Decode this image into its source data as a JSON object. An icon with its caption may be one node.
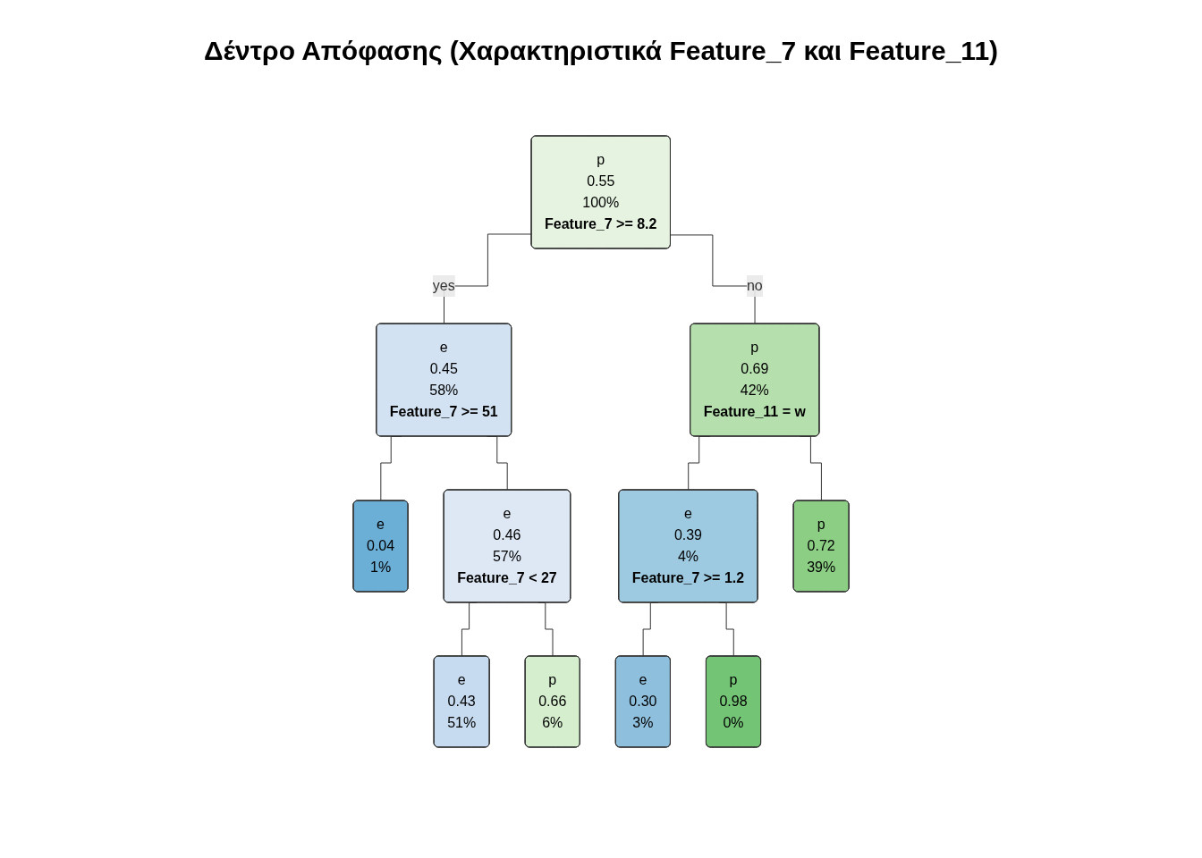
{
  "diagram": {
    "title": "Δέντρο Απόφασης (Χαρακτηριστικά Feature_7 και Feature_11)",
    "nodes": [
      {
        "text": [
          "p",
          "0.55",
          "100%",
          "Feature_7 >= 8.2"
        ]
      },
      {
        "text": [
          "e",
          "0.45",
          "58%",
          "Feature_7 >= 51"
        ]
      },
      {
        "text": [
          "p",
          "0.69",
          "42%",
          "Feature_11 = w"
        ]
      },
      {
        "text": [
          "e",
          "0.46",
          "57%",
          "Feature_7 < 27"
        ]
      },
      {
        "text": [
          "e",
          "0.39",
          "4%",
          "Feature_7 >= 1.2"
        ]
      },
      {
        "text": [
          "e",
          "0.04",
          "1%"
        ]
      },
      {
        "text": [
          "e",
          "0.43",
          "51%"
        ]
      },
      {
        "text": [
          "p",
          "0.66",
          "6%"
        ]
      },
      {
        "text": [
          "e",
          "0.30",
          "3%"
        ]
      },
      {
        "text": [
          "p",
          "0.98",
          "0%"
        ]
      },
      {
        "text": [
          "p",
          "0.72",
          "39%"
        ]
      }
    ],
    "edges": [
      {
        "from": 0,
        "to": 1,
        "arrow": "none",
        "label": "yes"
      },
      {
        "from": 0,
        "to": 2,
        "arrow": "none",
        "label": "no"
      },
      {
        "from": 1,
        "to": 5,
        "arrow": "none"
      },
      {
        "from": 1,
        "to": 3,
        "arrow": "none"
      },
      {
        "from": 3,
        "to": 6,
        "arrow": "none"
      },
      {
        "from": 3,
        "to": 7,
        "arrow": "none"
      },
      {
        "from": 2,
        "to": 4,
        "arrow": "none"
      },
      {
        "from": 2,
        "to": 10,
        "arrow": "none"
      },
      {
        "from": 4,
        "to": 8,
        "arrow": "none"
      },
      {
        "from": 4,
        "to": 9,
        "arrow": "none"
      }
    ]
  }
}
